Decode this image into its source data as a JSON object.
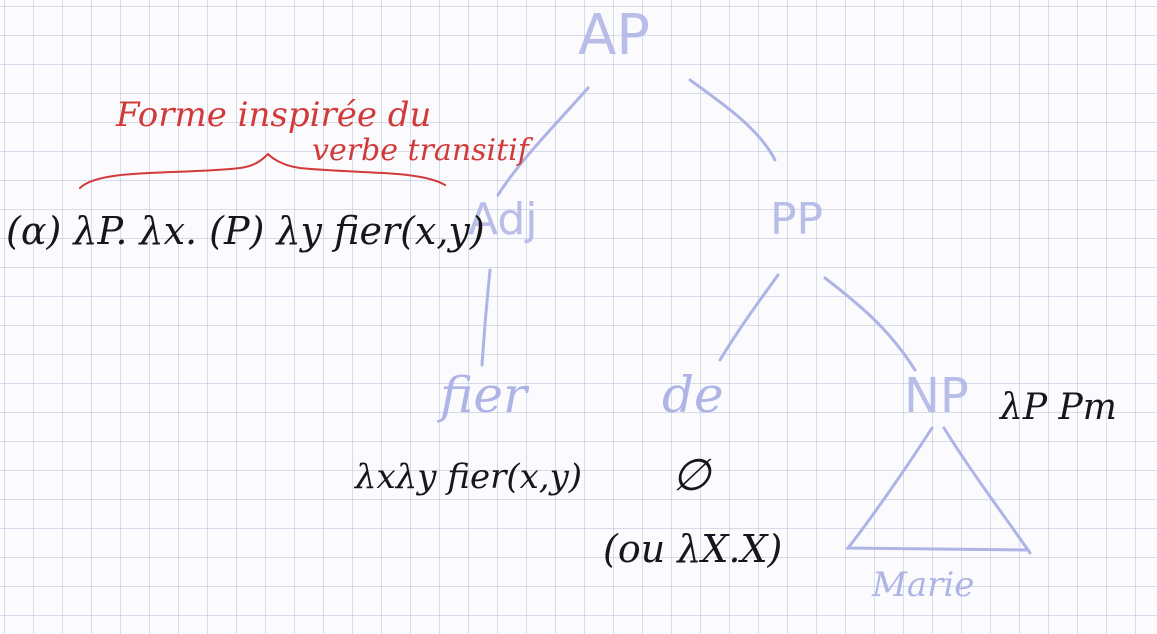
{
  "colors": {
    "paper": "#fbfbfd",
    "grid": "#a9b4cc",
    "tree_pencil": "#aeb4e6",
    "black_ink": "#16161c",
    "red_ink": "#d23a3a"
  },
  "tree": {
    "root": "AP",
    "adj": "Adj",
    "pp": "PP",
    "np": "NP",
    "leaf_fier": "fier",
    "leaf_de": "de",
    "leaf_np": "Marie"
  },
  "formulas": {
    "alpha": "(α) λP. λx. (P) λy fier(x,y)",
    "fier": "λxλy fier(x,y)",
    "de_empty": "∅",
    "de_alternative": "(ou λX.X)",
    "np": "λP Pm"
  },
  "annotation": {
    "line1": "Forme inspirée du",
    "line2": "verbe transitif"
  }
}
